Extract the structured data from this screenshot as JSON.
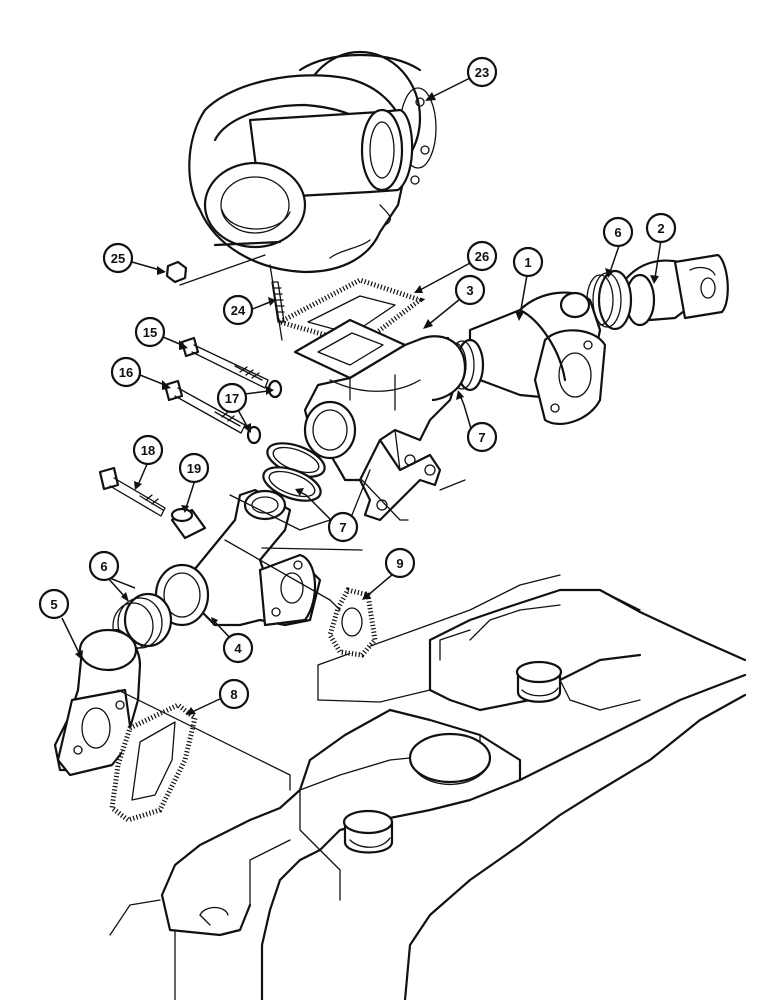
{
  "callouts": [
    {
      "id": "c1",
      "label": "1"
    },
    {
      "id": "c2",
      "label": "2"
    },
    {
      "id": "c3",
      "label": "3"
    },
    {
      "id": "c4",
      "label": "4"
    },
    {
      "id": "c5",
      "label": "5"
    },
    {
      "id": "c6a",
      "label": "6"
    },
    {
      "id": "c6b",
      "label": "6"
    },
    {
      "id": "c7a",
      "label": "7"
    },
    {
      "id": "c7b",
      "label": "7"
    },
    {
      "id": "c8",
      "label": "8"
    },
    {
      "id": "c9",
      "label": "9"
    },
    {
      "id": "c15",
      "label": "15"
    },
    {
      "id": "c16",
      "label": "16"
    },
    {
      "id": "c17",
      "label": "17"
    },
    {
      "id": "c18",
      "label": "18"
    },
    {
      "id": "c19",
      "label": "19"
    },
    {
      "id": "c23",
      "label": "23"
    },
    {
      "id": "c24",
      "label": "24"
    },
    {
      "id": "c25",
      "label": "25"
    },
    {
      "id": "c26",
      "label": "26"
    }
  ]
}
